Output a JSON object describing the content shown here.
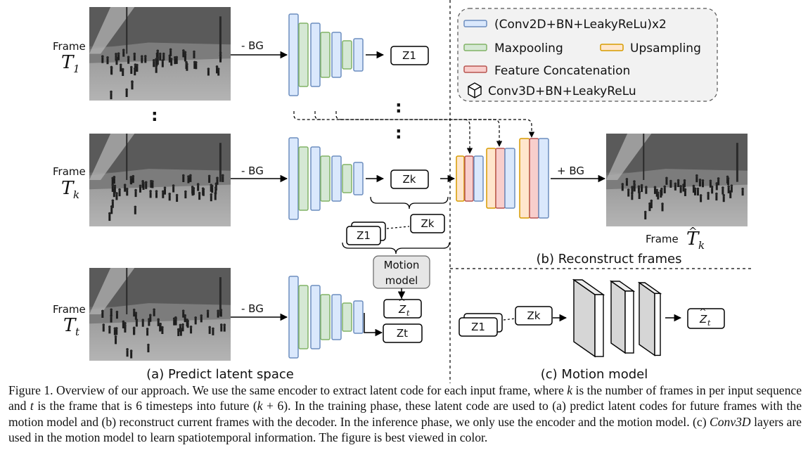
{
  "frames": {
    "t1": {
      "word": "Frame",
      "math": "T",
      "sub": "1"
    },
    "tk": {
      "word": "Frame",
      "math": "T",
      "sub": "k"
    },
    "tt": {
      "word": "Frame",
      "math": "T",
      "sub": "t"
    },
    "recon": {
      "word": "Frame",
      "math": "T",
      "sub": "k",
      "hat": "^"
    }
  },
  "ops": {
    "minus_bg": "- BG",
    "plus_bg": "+ BG"
  },
  "latents": {
    "z1": "Z1",
    "zk": "Zk",
    "zt": "Zt",
    "zhat": "Z",
    "zhat_sub": "t",
    "hat": "^"
  },
  "vdots": ":",
  "legend": {
    "conv2d": "(Conv2D+BN+LeakyReLu)x2",
    "maxpool": "Maxpooling",
    "upsample": "Upsampling",
    "concat": "Feature Concatenation",
    "conv3d": "Conv3D+BN+LeakyReLu"
  },
  "motion_model_box": {
    "line1": "Motion",
    "line2": "model"
  },
  "sections": {
    "a": "(a) Predict latent space",
    "b": "(b) Reconstruct frames",
    "c": "(c) Motion model"
  },
  "colors": {
    "conv_fill": "#dae8fc",
    "conv_stroke": "#6c8ebf",
    "pool_fill": "#d5e8d4",
    "pool_stroke": "#82b366",
    "up_fill": "#ffe6cc",
    "up_stroke": "#d79b00",
    "cat_fill": "#f8cecc",
    "cat_stroke": "#b85450",
    "motion_fill": "#e6e6e6"
  },
  "caption": {
    "p1": "Figure 1. Overview of our approach. We use the same encoder to extract latent code for each input frame, where ",
    "k1": "k",
    "p2": " is the number of frames in per input sequence and ",
    "t1": "t",
    "p3": " is the frame that is 6 timesteps into future (",
    "k2": "k",
    "p4": " + 6). In the training phase, these latent code are used to (a) predict latent codes for future frames with the motion model and (b) reconstruct current frames with the decoder. In the inference phase, we only use the encoder and the motion model. (c) ",
    "conv3d": "Conv3D",
    "p5": " layers are used in the motion model to learn spatiotemporal information. The figure is best viewed in color."
  }
}
